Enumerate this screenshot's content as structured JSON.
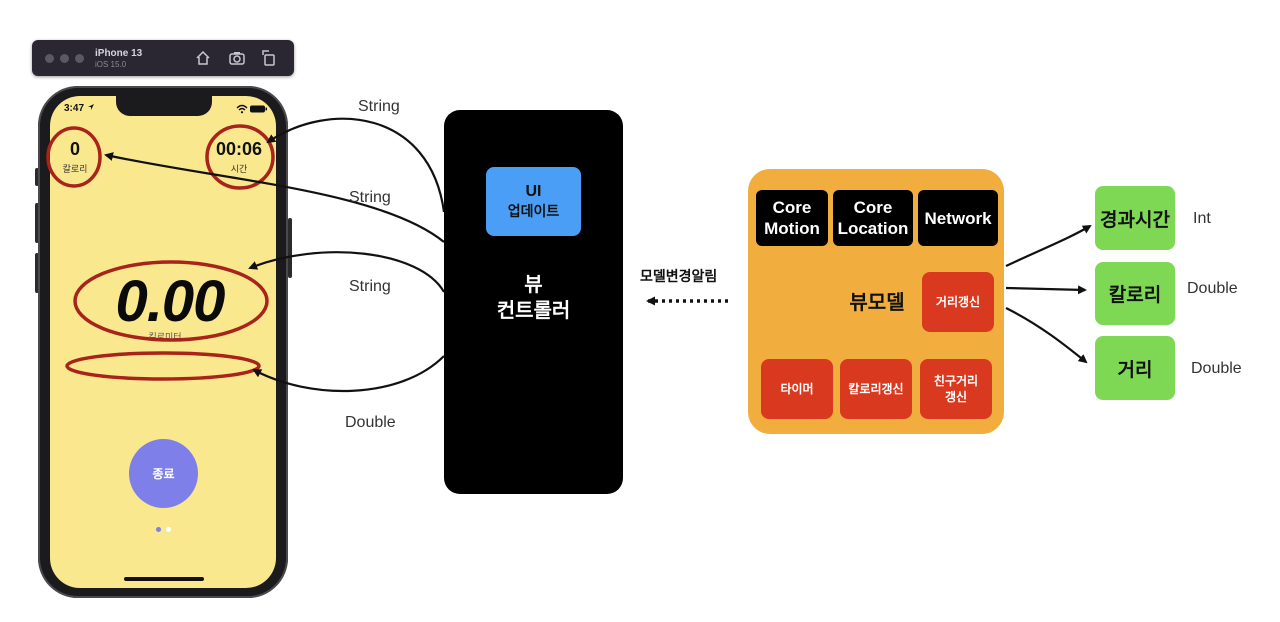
{
  "simulator": {
    "device_name": "iPhone 13",
    "os_version": "iOS 15.0",
    "icons": [
      "home-icon",
      "screenshot-icon",
      "rotate-icon"
    ]
  },
  "phone_screen": {
    "status_time": "3:47",
    "calories_value": "0",
    "calories_label": "칼로리",
    "time_value": "00:06",
    "time_label": "시간",
    "distance_value": "0.00",
    "distance_label": "킬로미터",
    "end_button_label": "종료",
    "page_indicator": {
      "pages": 2,
      "current": 1
    }
  },
  "view_controller": {
    "ui_update_line1": "UI",
    "ui_update_line2": "업데이트",
    "title_line1": "뷰",
    "title_line2": "컨트롤러"
  },
  "edge_labels": {
    "to_time": "String",
    "to_calories": "String",
    "to_distance": "String",
    "to_pace": "Double"
  },
  "notify_label": "모델변경알림",
  "view_model": {
    "title": "뷰모델",
    "frameworks": [
      {
        "line1": "Core",
        "line2": "Motion"
      },
      {
        "line1": "Core",
        "line2": "Location"
      },
      {
        "line1": "Network",
        "line2": ""
      }
    ],
    "distance_update": "거리갱신",
    "timer": "타이머",
    "calorie_update": "칼로리갱신",
    "friend_update_line1": "친구거리",
    "friend_update_line2": "갱신"
  },
  "outputs": [
    {
      "label": "경과시간",
      "type": "Int"
    },
    {
      "label": "칼로리",
      "type": "Double"
    },
    {
      "label": "거리",
      "type": "Double"
    }
  ],
  "colors": {
    "screen_bg": "#fae88f",
    "end_button": "#7e7fe8",
    "ui_update": "#4a9ef5",
    "view_model": "#f1ad3d",
    "red_block": "#d9391f",
    "green_block": "#7fd854",
    "highlight_ring": "#a8231a"
  }
}
